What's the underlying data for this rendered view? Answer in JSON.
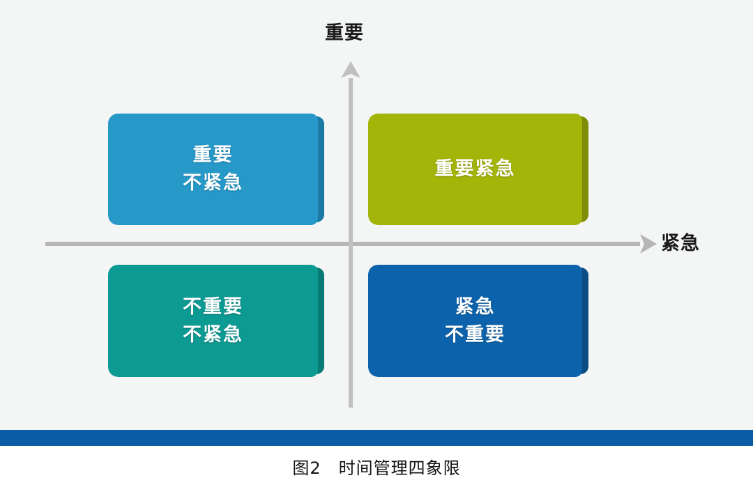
{
  "page": {
    "background_color": "#f4f5f5",
    "caption": "图2　时间管理四象限",
    "bottom_rule_color": "#0a5ca4"
  },
  "axes": {
    "vertical": {
      "label": "重要",
      "icon": "arrow-up-icon",
      "color": "#b3b3b3"
    },
    "horizontal": {
      "label": "紧急",
      "icon": "arrow-right-icon",
      "color": "#b3b3b3"
    }
  },
  "chart_data": {
    "type": "table",
    "title": "图2　时间管理四象限",
    "xlabel": "紧急",
    "ylabel": "重要",
    "grid": false,
    "legend": "none",
    "quadrants": [
      {
        "id": "important-not-urgent",
        "position": "top-left",
        "lines": [
          "重要",
          "不紧急"
        ],
        "line1": "重要",
        "line2": "不紧急",
        "color": "#2699c9",
        "bevel_color": "#1b7aa4",
        "urgent": false,
        "important": true
      },
      {
        "id": "important-urgent",
        "position": "top-right",
        "lines": [
          "重要紧急"
        ],
        "line1": "重要紧急",
        "line2": "",
        "color": "#a2b508",
        "bevel_color": "#7f8d06",
        "urgent": true,
        "important": true
      },
      {
        "id": "not-important-not-urgent",
        "position": "bottom-left",
        "lines": [
          "不重要",
          "不紧急"
        ],
        "line1": "不重要",
        "line2": "不紧急",
        "color": "#0d9a93",
        "bevel_color": "#0a7a74",
        "urgent": false,
        "important": false
      },
      {
        "id": "urgent-not-important",
        "position": "bottom-right",
        "lines": [
          "紧急",
          "不重要"
        ],
        "line1": "紧急",
        "line2": "不重要",
        "color": "#0d63ab",
        "bevel_color": "#0a4c83",
        "urgent": true,
        "important": false
      }
    ]
  }
}
